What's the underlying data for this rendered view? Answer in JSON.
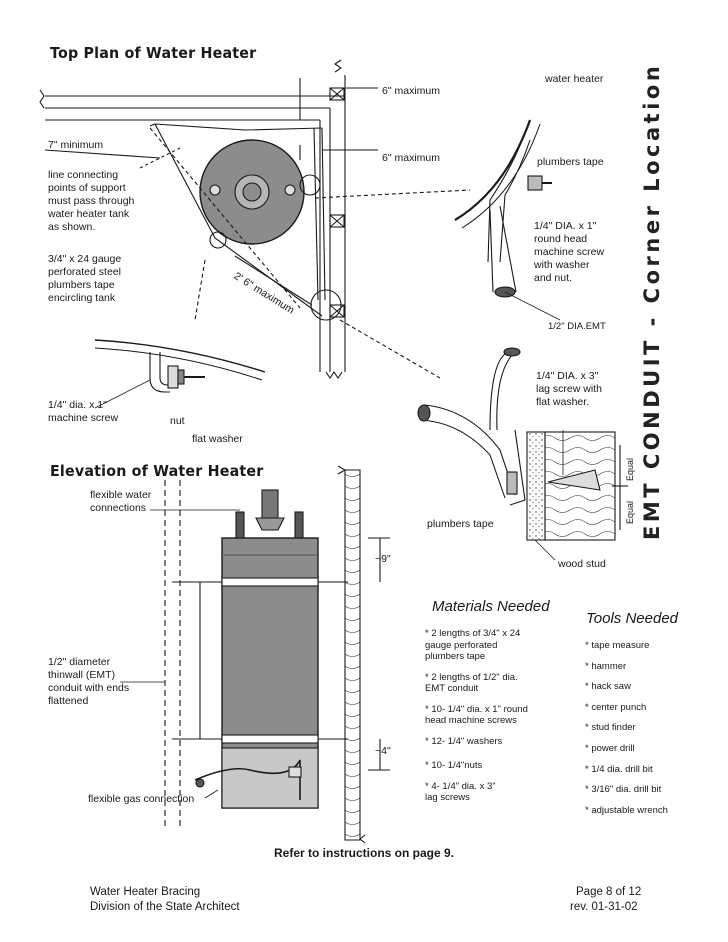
{
  "top_plan": {
    "title": "Top Plan of Water Heater",
    "labels": {
      "six_max_top": "6\" maximum",
      "six_max_mid": "6\" maximum",
      "seven_min": "7\" minimum",
      "line_connecting": "line connecting\npoints of support\nmust pass through\nwater heater tank\nas shown.",
      "strap_desc": "3/4\" x 24 gauge\nperforated steel\nplumbers tape\nencircling tank",
      "two_six_max": "2' 6\" maximum",
      "machine_screw": "1/4\" dia. x 1\"\nmachine screw",
      "nut": "nut",
      "flat_washer": "flat washer"
    }
  },
  "detail": {
    "water_heater": "water heater",
    "plumbers_tape": "plumbers tape",
    "round_head": "1/4\" DIA. x 1\"\nround head\nmachine screw\nwith washer\nand nut.",
    "emt": "1/2\" DIA.EMT",
    "lag_screw": "1/4\" DIA. x 3\"\nlag screw with\nflat washer.",
    "equal_1": "Equal",
    "equal_2": "Equal",
    "plumbers_tape_2": "plumbers tape",
    "wood_stud": "wood stud"
  },
  "elevation": {
    "title": "Elevation of Water Heater",
    "labels": {
      "flex_water": "flexible water\nconnections",
      "emt_desc": "1/2\" diameter\nthinwall (EMT)\nconduit with ends\nflattened",
      "flex_gas": "flexible gas connection",
      "nine_in": "~9\"",
      "four_in": "~4\""
    }
  },
  "side_title": "EMT CONDUIT - Corner Location",
  "materials": {
    "header": "Materials Needed",
    "items": [
      "* 2 lengths of 3/4\" x 24\n  gauge perforated\n  plumbers tape",
      "* 2 lengths of 1/2\" dia.\n  EMT conduit",
      "* 10- 1/4\" dia. x 1\" round\n  head machine screws",
      "* 12- 1/4\" washers",
      "* 10- 1/4\"nuts",
      "* 4- 1/4\" dia. x 3\"\n  lag screws"
    ]
  },
  "tools": {
    "header": "Tools Needed",
    "items": [
      "* tape measure",
      "* hammer",
      "* hack saw",
      "* center punch",
      "* stud finder",
      "* power drill",
      "* 1/4 dia. drill bit",
      "* 3/16\" dia. drill bit",
      "* adjustable wrench"
    ]
  },
  "refer": "Refer to instructions on page 9.",
  "footer": {
    "left_line1": "Water Heater Bracing",
    "left_line2": "Division of the State Architect",
    "page": "Page 8 of 12",
    "rev": "rev. 01-31-02"
  }
}
